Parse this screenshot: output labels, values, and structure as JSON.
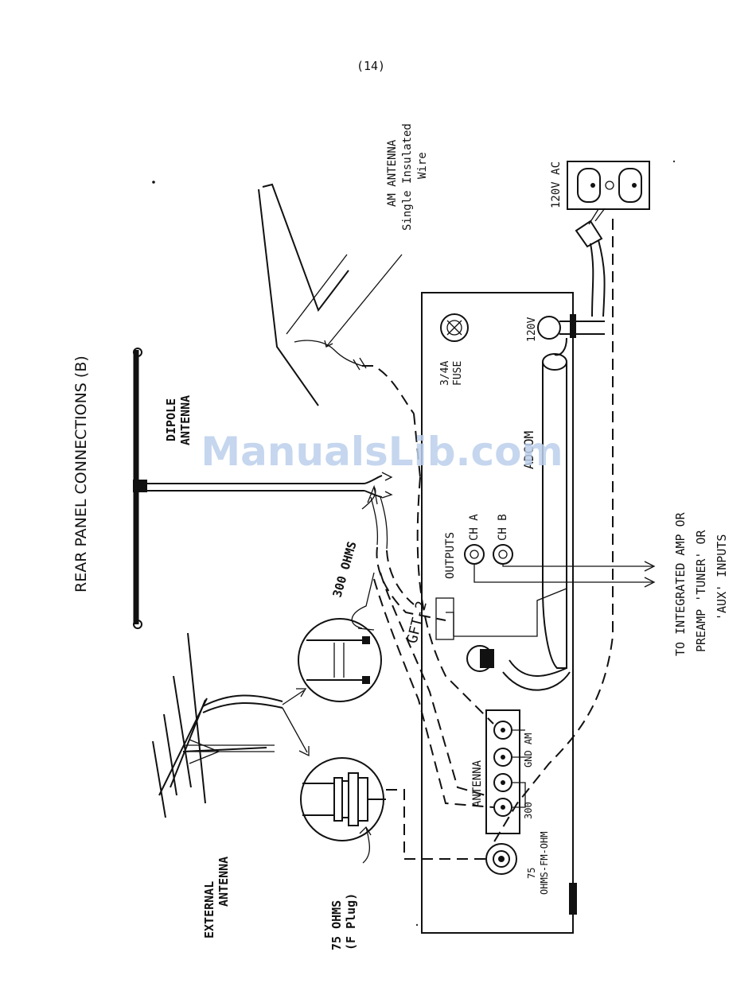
{
  "page_number": "(14)",
  "title": "REAR PANEL CONNECTIONS (B)",
  "watermark": "ManualsLib.com",
  "labels": {
    "dipole_line1": "DIPOLE",
    "dipole_line2": "ANTENNA",
    "am_line1": "AM ANTENNA",
    "am_line2": "Single Insulated",
    "am_line3": "Wire",
    "ac_label": "120V AC",
    "ohms300": "300 OHMS",
    "gft": "GFT-2",
    "external_line1": "EXTERNAL",
    "external_line2": "ANTENNA",
    "ohms75_line1": "75 OHMS",
    "ohms75_line2": "(F Plug)",
    "fuse_line1": "3/4A",
    "fuse_line2": "FUSE",
    "v120": "120V",
    "brand": "ADCOM",
    "outputs": "OUTPUTS",
    "cha": "CH A",
    "chb": "CH B",
    "antenna": "ANTENNA",
    "gnd_am": "GND AM",
    "ohm300_term": "300",
    "fm_line1": "75",
    "fm_line2": "OHMS-FM-OHM",
    "to_line1": "TO INTEGRATED AMP OR",
    "to_line2": "PREAMP 'TUNER' OR",
    "to_line3": "'AUX' INPUTS"
  }
}
